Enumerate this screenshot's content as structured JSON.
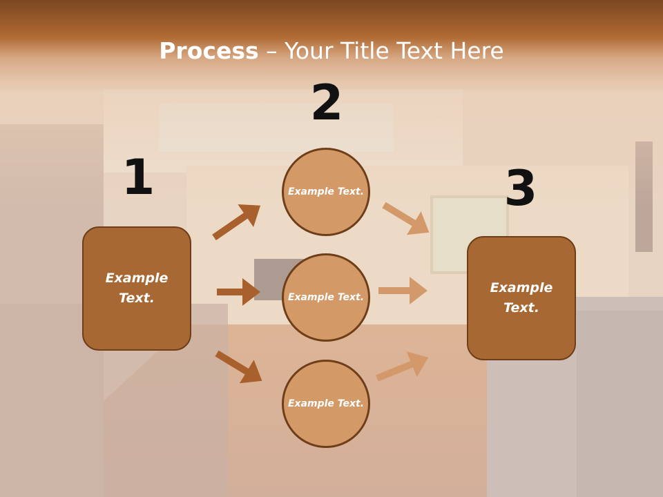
{
  "title": {
    "bold": "Process",
    "rest": " – Your Title Text Here"
  },
  "steps": [
    {
      "number": "1",
      "label": "Example Text."
    },
    {
      "number": "2",
      "label": "Example Text."
    },
    {
      "number": "3",
      "label": "Example Text."
    }
  ],
  "circles": [
    {
      "label": "Example Text."
    },
    {
      "label": "Example Text."
    },
    {
      "label": "Example Text."
    }
  ],
  "colors": {
    "header": "#a8652f",
    "box_fill": "#a86834",
    "circle_fill": "#d39966",
    "outline": "#6e3d19",
    "arrow_dark": "#a8602c",
    "arrow_light": "#d4996a"
  }
}
